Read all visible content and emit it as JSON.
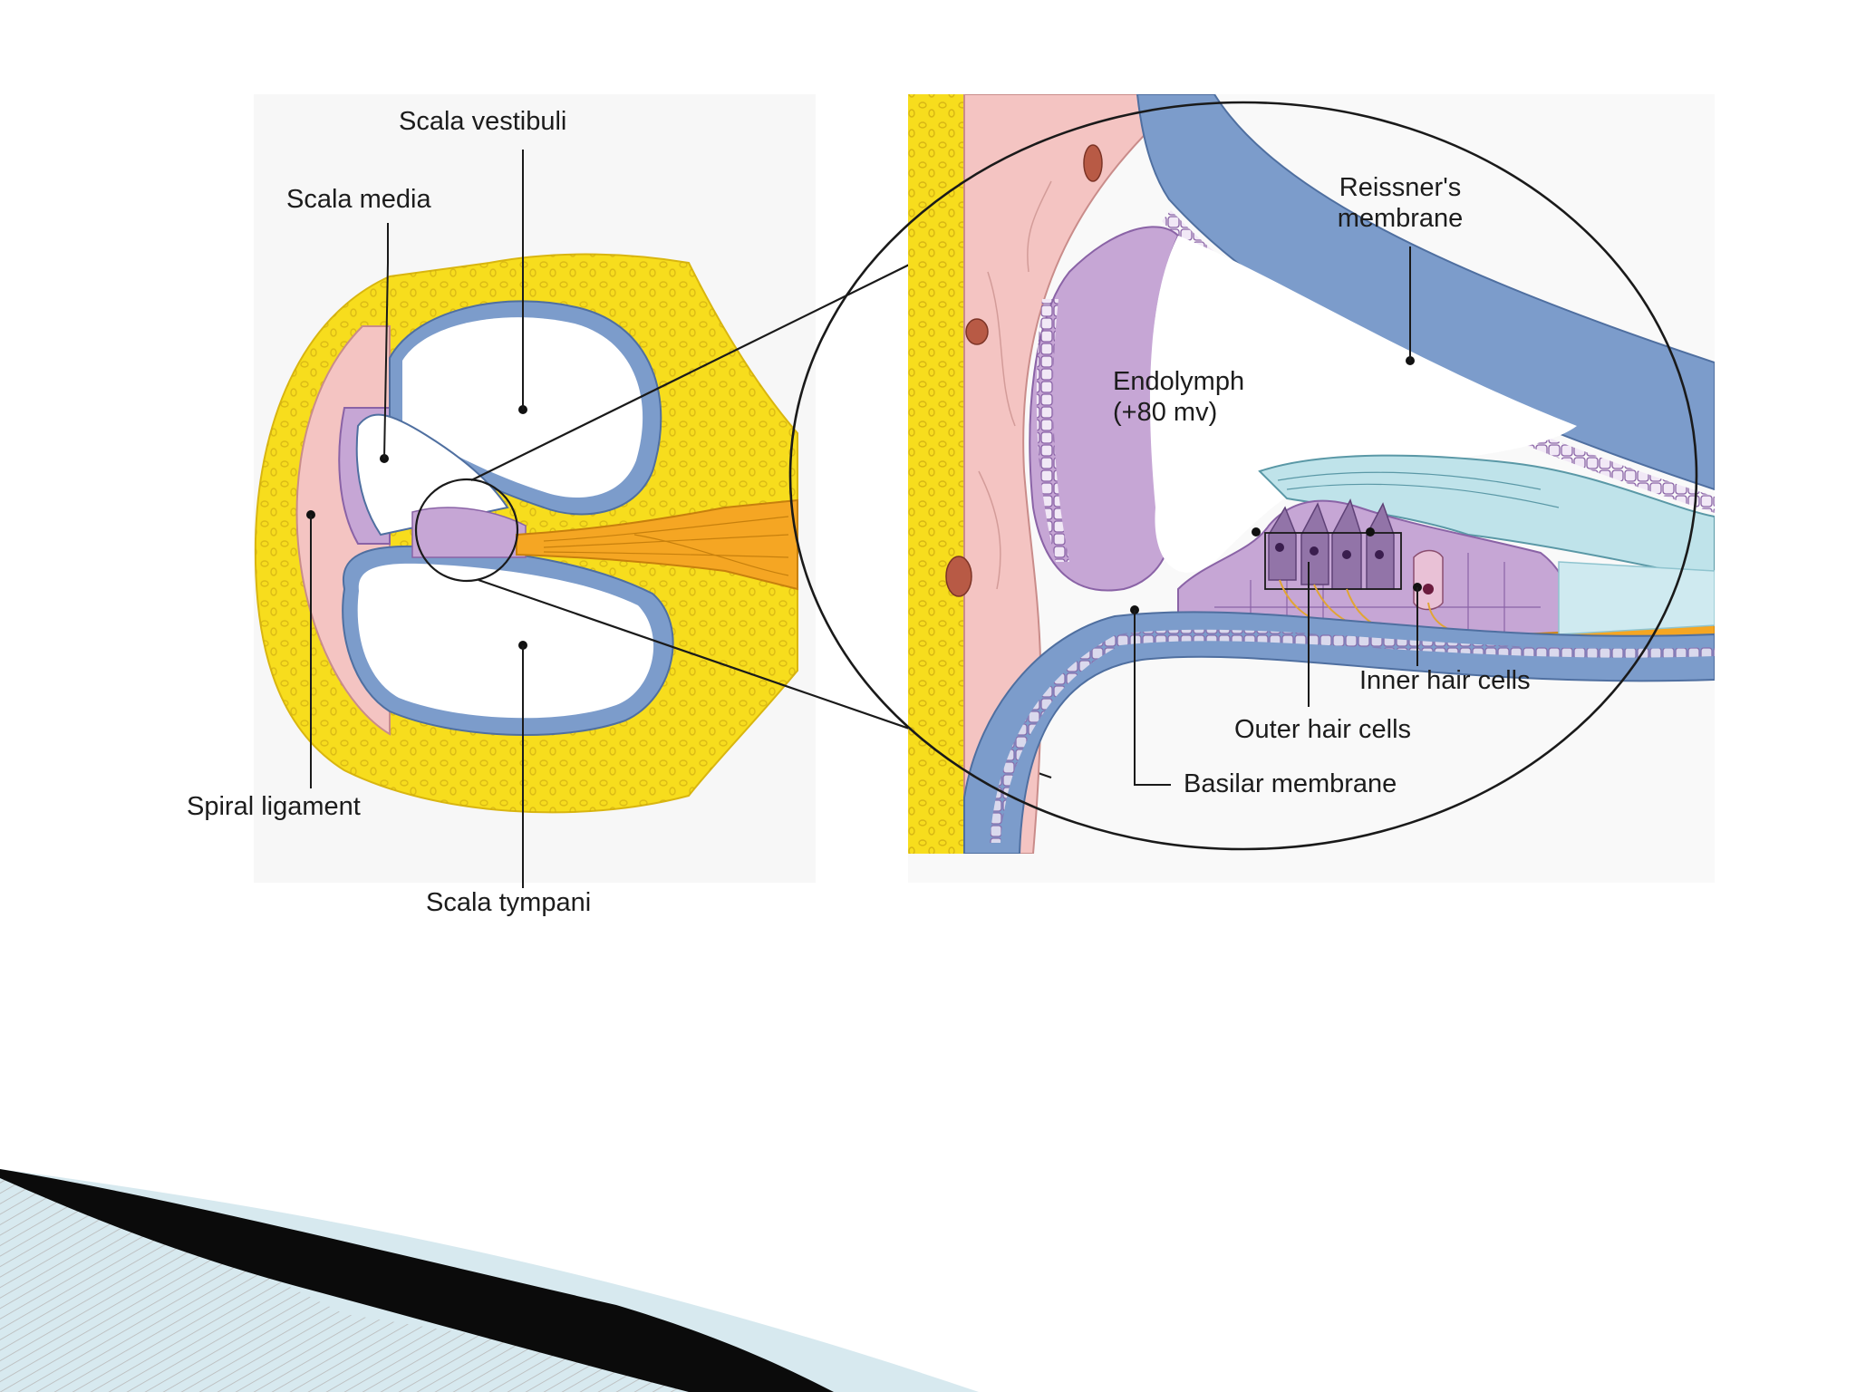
{
  "labels": {
    "scala_vestibuli": "Scala vestibuli",
    "scala_media": "Scala media",
    "spiral_ligament": "Spiral ligament",
    "scala_tympani": "Scala tympani",
    "reissners_line1": "Reissner's",
    "reissners_line2": "membrane",
    "endolymph_line1": "Endolymph",
    "endolymph_line2": "(+80 mv)",
    "inner_hair_cells": "Inner hair cells",
    "outer_hair_cells": "Outer hair cells",
    "basilar_membrane": "Basilar membrane"
  },
  "colors": {
    "bone": "#f7dd1d",
    "bone_speckle": "#e6c316",
    "membrane_blue": "#7c9ccb",
    "ligament_pink": "#f4c4c2",
    "stria_purple": "#c6a6d5",
    "nerve_orange": "#f5a623",
    "tectorial_cyan": "#bfe3ea",
    "ribbon_dark": "#0b0b0b",
    "ribbon_light": "#cfe4ea"
  }
}
